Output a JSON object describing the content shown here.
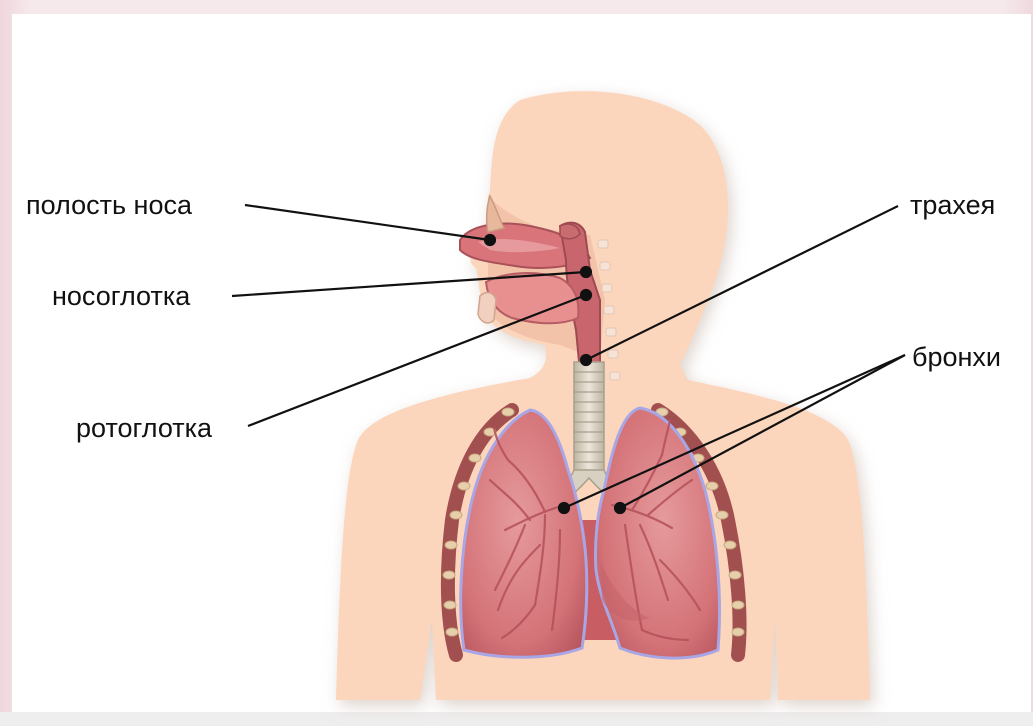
{
  "labels": {
    "nasal_cavity": "полость носа",
    "nasopharynx": "носоглотка",
    "oropharynx": "ротоглотка",
    "trachea": "трахея",
    "bronchi": "бронхи"
  },
  "colors": {
    "skin": "#fcd5bd",
    "skin_shadow": "#e9d3c6",
    "lung": "#d9777c",
    "lung_dark": "#b9555c",
    "lung_outline": "#a9a6e6",
    "rib": "#a24f4f",
    "trachea": "#d8d0c0",
    "airway_tissue": "#cf6d6e",
    "leader_line": "#111111",
    "background": "#ffffff"
  }
}
